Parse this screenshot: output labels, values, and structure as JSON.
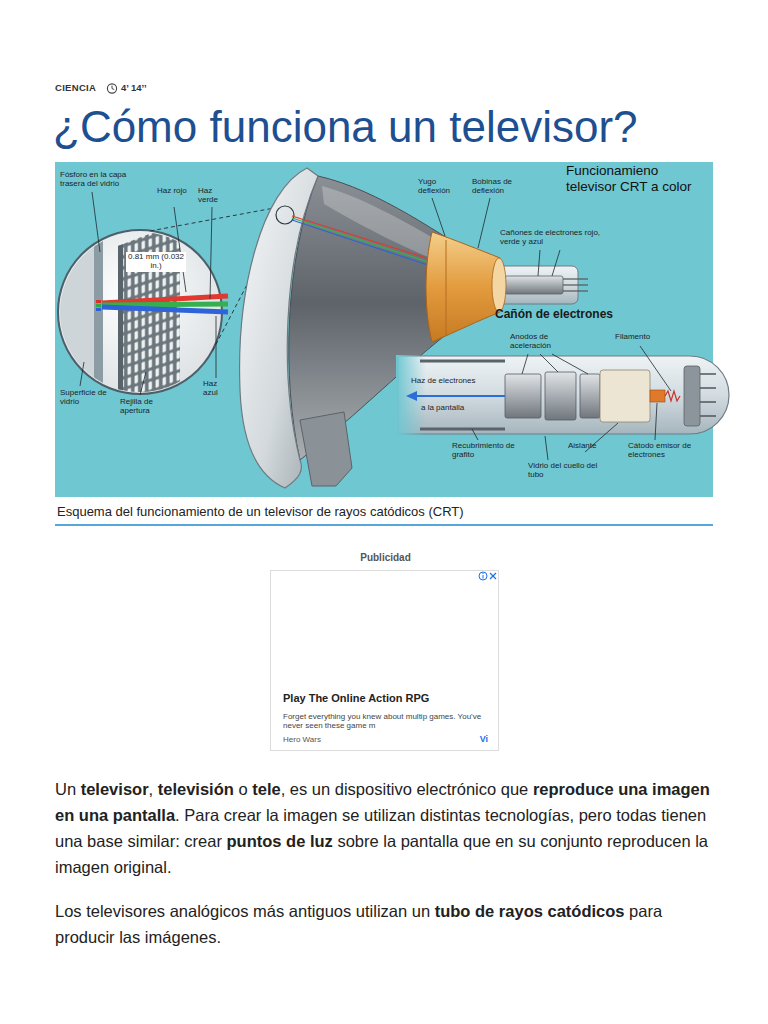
{
  "diagram": {
    "title": "¿Cómo funciona un televisor?",
    "caption": "Esquema del funcionamiento de un televisor de rayos catódicos (CRT)",
    "nodes": [
      {
        "text": [
          "Publicidad",
          "Play The Online Action RPG",
          "Forget everything you knew about multip games. You've never seen these game m",
          "Hero Wars",
          "Vi"
        ]
      }
    ],
    "labels": [
      "CIENCIA",
      "4’ 14’’",
      "Fósforo en la capa trasera del vidrio",
      "Haz rojo",
      "Haz verde",
      "0.81 mm (0.032 in.)",
      "Superficie de vidrio",
      "Rejilla de apertura",
      "Haz azul",
      "Yugo deflexión",
      "Bobinas de deflexión",
      "Funcionamieno televisor CRT a color",
      "Cañones de electrones rojo, verde y azul",
      "Cañón de electrones",
      "Anodos de aceleración",
      "Filamento",
      "Haz de electrones",
      "a la pantalla",
      "Recubrimiento de grafito",
      "Vidrio del cuello del tubo",
      "Aislante",
      "Cátodo emisor de electrones",
      "Un ",
      "televisor",
      ", ",
      "televisión",
      " o ",
      "tele",
      ", es un dispositivo electrónico que ",
      "reproduce una imagen en una pantalla",
      ". Para crear la imagen se utilizan distintas tecnologías, pero todas tienen una base similar: crear ",
      "puntos de luz",
      " sobre la pantalla que en su conjunto reproducen la imagen original.",
      "Los televisores analógicos más antiguos utilizan un ",
      "tubo de rayos catódicos",
      " para producir las imágenes."
    ]
  }
}
